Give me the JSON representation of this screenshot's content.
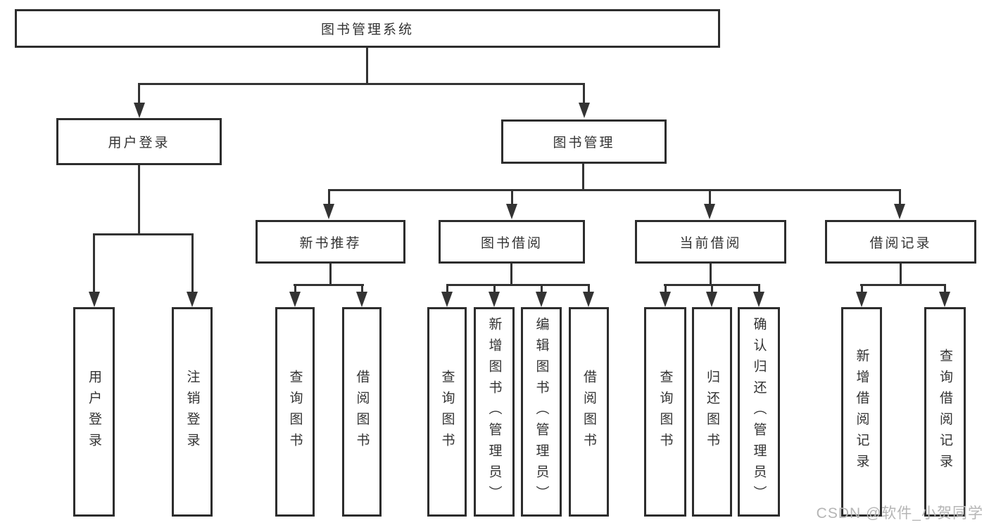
{
  "tree": {
    "label": "图书管理系统",
    "children": [
      {
        "label": "用户登录",
        "children": [
          {
            "label": "用户登录"
          },
          {
            "label": "注销登录"
          }
        ]
      },
      {
        "label": "图书管理",
        "children": [
          {
            "label": "新书推荐",
            "children": [
              {
                "label": "查询图书"
              },
              {
                "label": "借阅图书"
              }
            ]
          },
          {
            "label": "图书借阅",
            "children": [
              {
                "label": "查询图书"
              },
              {
                "label": "新增图书（管理员）"
              },
              {
                "label": "编辑图书（管理员）"
              },
              {
                "label": "借阅图书"
              }
            ]
          },
          {
            "label": "当前借阅",
            "children": [
              {
                "label": "查询图书"
              },
              {
                "label": "归还图书"
              },
              {
                "label": "确认归还（管理员）"
              }
            ]
          },
          {
            "label": "借阅记录",
            "children": [
              {
                "label": "新增借阅记录"
              },
              {
                "label": "查询借阅记录"
              }
            ]
          }
        ]
      }
    ]
  },
  "watermark": {
    "text": "CSDN @软件_小贺同学"
  },
  "colors": {
    "line": "#333333",
    "box_border": "#2d2d2d",
    "text": "#333333",
    "watermark": "#b5b5b5",
    "background": "#ffffff"
  }
}
